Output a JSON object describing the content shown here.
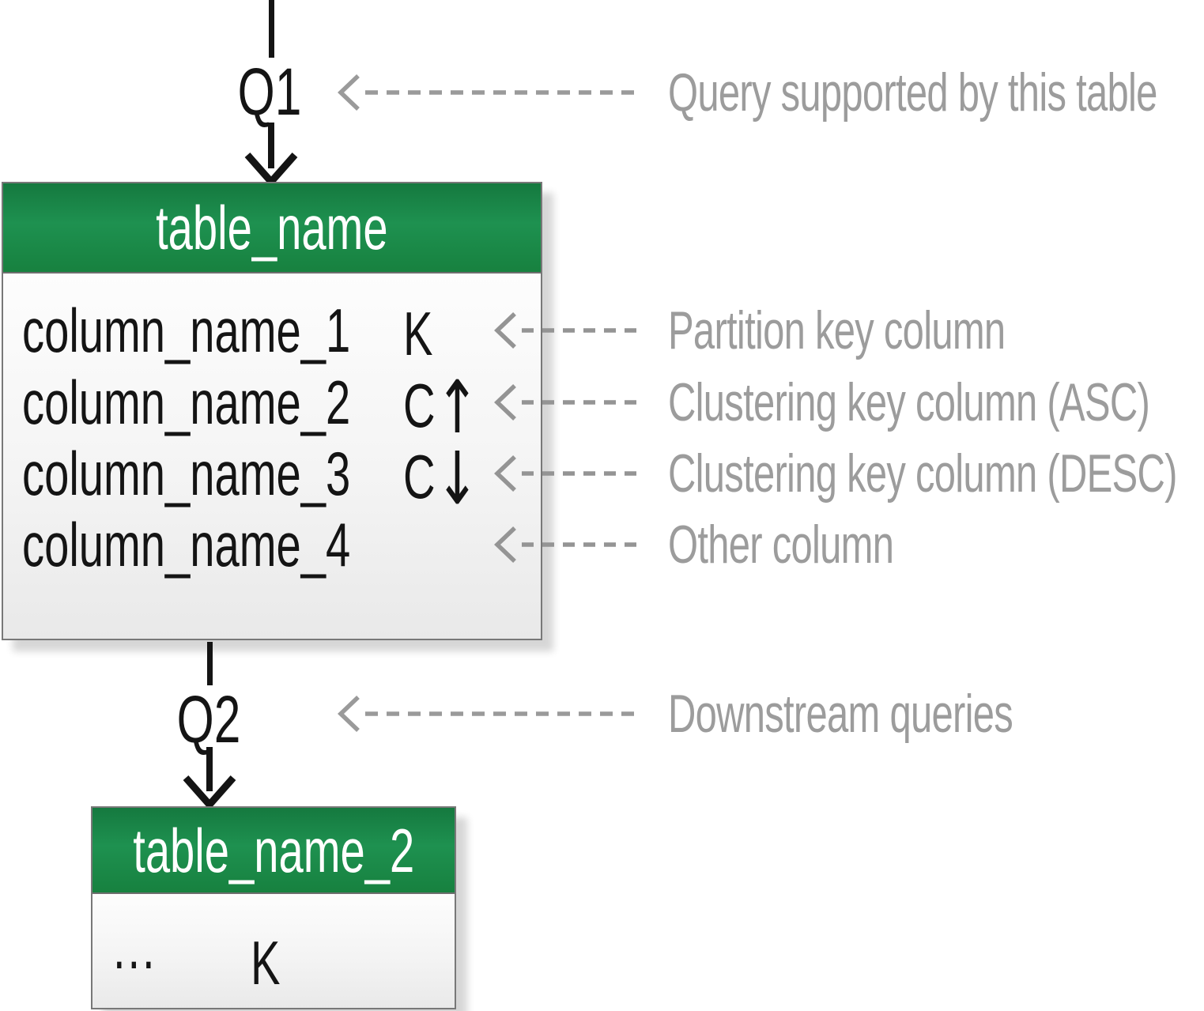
{
  "q1": {
    "label": "Q1",
    "annotation": "Query supported by this table"
  },
  "table1": {
    "title": "table_name",
    "rows": [
      {
        "name": "column_name_1",
        "key": "K",
        "key_arrow": "",
        "annotation": "Partition key column"
      },
      {
        "name": "column_name_2",
        "key": "C",
        "key_arrow": "↑",
        "annotation": "Clustering key column (ASC)"
      },
      {
        "name": "column_name_3",
        "key": "C",
        "key_arrow": "↓",
        "annotation": "Clustering key column (DESC)"
      },
      {
        "name": "column_name_4",
        "key": "",
        "key_arrow": "",
        "annotation": "Other column"
      }
    ]
  },
  "q2": {
    "label": "Q2",
    "annotation": "Downstream queries"
  },
  "table2": {
    "title": "table_name_2",
    "rows": [
      {
        "name": "...",
        "key": "K"
      }
    ]
  },
  "colors": {
    "header_green": "#1B8C4A",
    "annotation_gray": "#9C9C9C",
    "dash_gray": "#999999",
    "text_black": "#141414",
    "table_border": "#787878"
  }
}
